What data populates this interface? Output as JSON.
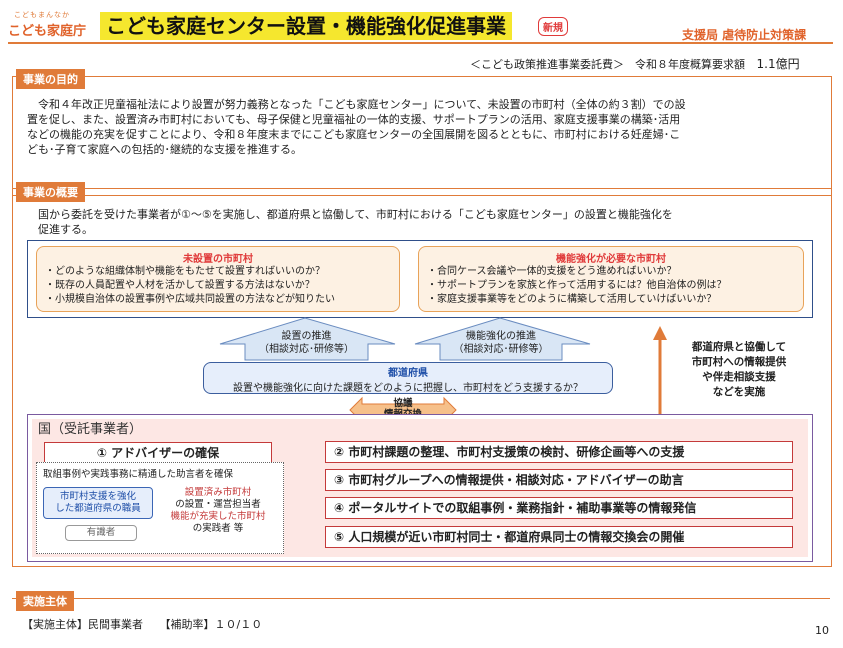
{
  "header": {
    "logo_small": "こどもまんなか",
    "logo_main": "こども家庭庁",
    "title": "こども家庭センター設置・機能強化促進事業",
    "badge": "新規",
    "department": "支援局 虐待防止対策課"
  },
  "budget": {
    "label": "＜こども政策推進事業委託費＞　令和８年度概算要求額",
    "amount": "1.1億円"
  },
  "purpose": {
    "label": "事業の目的",
    "lines": [
      "　令和４年改正児童福祉法により設置が努力義務となった「こども家庭センター」について、未設置の市町村（全体の約３割）での設",
      "置を促し、また、設置済み市町村においても、母子保健と児童福祉の一体的支援、サポートプランの活用、家庭支援事業の構築･活用",
      "などの機能の充実を促すことにより、令和８年度末までにこども家庭センターの全国展開を図るとともに、市町村における妊産婦･こ",
      "ども･子育て家庭への包括的･継続的な支援を推進する。"
    ]
  },
  "overview": {
    "label": "事業の概要",
    "intro_lines": [
      "国から委託を受けた事業者が①～⑤を実施し、都道府県と協働して、市町村における「こども家庭センター」の設置と機能強化を",
      "促進する。"
    ],
    "unestablished": {
      "title": "未設置の市町村",
      "items": [
        "・どのような組織体制や機能をもたせて設置すればいいのか？",
        "・既存の人員配置や人材を活かして設置する方法はないか？",
        "・小規模自治体の設置事例や広域共同設置の方法などが知りたい"
      ]
    },
    "enhancement": {
      "title": "機能強化が必要な市町村",
      "items": [
        "・合同ケース会議や一体的支援をどう進めればいいか？",
        "・サポートプランを家族と作って活用するには？他自治体の例は？",
        "・家庭支援事業等をどのように構築して活用していけばいいか？"
      ]
    },
    "arrow_left": {
      "line1": "設置の推進",
      "line2": "（相談対応･研修等）"
    },
    "arrow_right": {
      "line1": "機能強化の推進",
      "line2": "（相談対応･研修等）"
    },
    "prefecture": {
      "title": "都道府県",
      "text": "設置や機能強化に向けた課題をどのように把握し、市町村をどう支援するか？"
    },
    "side_note": [
      "都道府県と協働して",
      "市町村への情報提供",
      "や伴走相談支援",
      "などを実施"
    ],
    "exchange": {
      "line1": "協議",
      "line2": "情報交換"
    },
    "national": {
      "title": "国（受託事業者）",
      "adviser_heading": "①  アドバイザーの確保",
      "adviser_desc": "取組事例や実践事務に精通した助言者を確保",
      "sub_blue_line1": "市町村支援を強化",
      "sub_blue_line2": "した都道府県の職員",
      "sub_red_line1": "設置済み市町村",
      "sub_red_line2": "の設置・運営担当者",
      "sub_red_line3": "機能が充実した市町村",
      "sub_red_line4": "の実践者  等",
      "sub_grey": "有識者",
      "items": [
        "②  市町村課題の整理、市町村支援策の検討、研修企画等への支援",
        "③  市町村グループへの情報提供・相談対応・アドバイザーの助言",
        "④  ポータルサイトでの取組事例・業務指針・補助事業等の情報発信",
        "⑤  人口規模が近い市町村同士・都道府県同士の情報交換会の開催"
      ]
    }
  },
  "implementer": {
    "label": "実施主体",
    "text": "【実施主体】民間事業者　　【補助率】１０/１０"
  },
  "page_number": "10",
  "colors": {
    "accent": "#e07b39",
    "title_bg": "#f5e72e",
    "navy": "#2f4f8a",
    "red": "#c43a3a"
  }
}
